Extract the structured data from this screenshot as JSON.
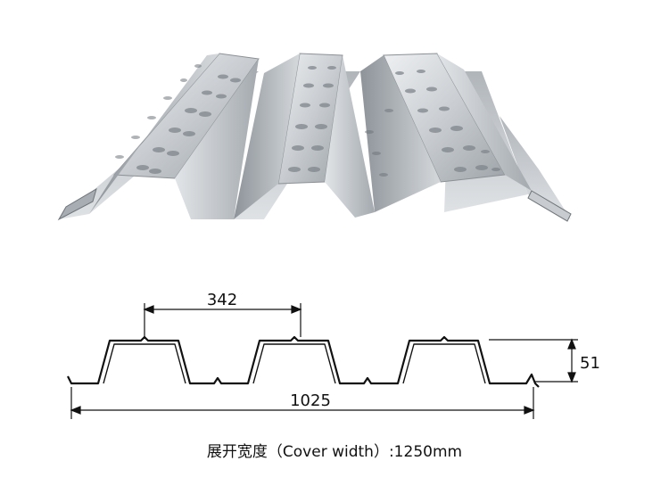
{
  "figure": {
    "dimensions": {
      "rib_pitch": "342",
      "depth": "51",
      "effective_width": "1025"
    },
    "caption": {
      "label_cn": "展开宽度",
      "label_en": "（Cover width）",
      "value": ":1250mm"
    }
  },
  "colors": {
    "steel_light": "#e4e7ea",
    "steel_mid": "#b7bcc1",
    "steel_dark": "#7d8388",
    "line": "#111111"
  }
}
